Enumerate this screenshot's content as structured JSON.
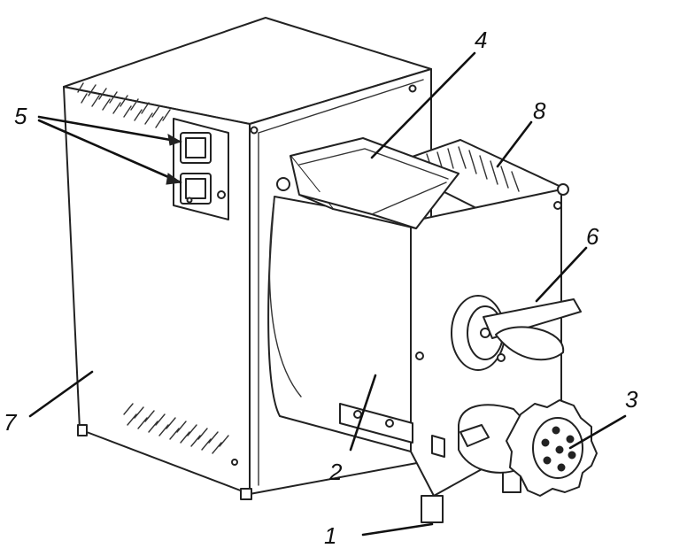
{
  "callouts": [
    {
      "id": "1",
      "label": "1"
    },
    {
      "id": "2",
      "label": "2"
    },
    {
      "id": "3",
      "label": "3"
    },
    {
      "id": "4",
      "label": "4"
    },
    {
      "id": "5",
      "label": "5"
    },
    {
      "id": "6",
      "label": "6"
    },
    {
      "id": "7",
      "label": "7"
    },
    {
      "id": "8",
      "label": "8"
    }
  ],
  "colors": {
    "ink": "#222222",
    "paper": "#ffffff"
  }
}
